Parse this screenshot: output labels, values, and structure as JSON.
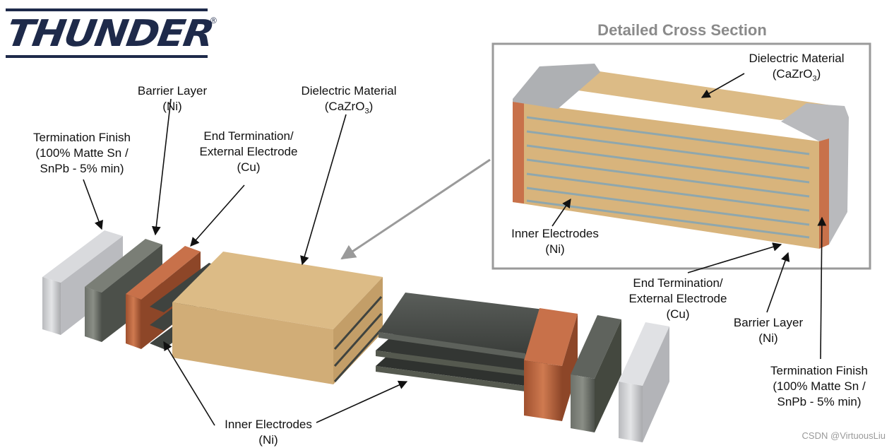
{
  "logo": {
    "text": "THUNDER",
    "reg": "®"
  },
  "inset_title": "Detailed Cross Section",
  "labels": {
    "termination_left": {
      "l1": "Termination Finish",
      "l2": "(100% Matte Sn /",
      "l3": "SnPb - 5% min)"
    },
    "barrier_left": {
      "l1": "Barrier Layer",
      "l2": "(Ni)"
    },
    "end_term_left": {
      "l1": "End Termination/",
      "l2": "External Electrode",
      "l3": "(Cu)"
    },
    "dielectric_left": {
      "l1": "Dielectric Material",
      "l2_main": "(CaZrO",
      "l2_sub": "3",
      "l2_end": ")"
    },
    "inner_bottom": {
      "l1": "Inner Electrodes",
      "l2": "(Ni)"
    },
    "dielectric_inset": {
      "l1": "Dielectric Material",
      "l2_main": "(CaZrO",
      "l2_sub": "3",
      "l2_end": ")"
    },
    "inner_inset": {
      "l1": "Inner Electrodes",
      "l2": "(Ni)"
    },
    "end_term_right": {
      "l1": "End Termination/",
      "l2": "External Electrode",
      "l3": "(Cu)"
    },
    "barrier_right": {
      "l1": "Barrier Layer",
      "l2": "(Ni)"
    },
    "termination_right": {
      "l1": "Termination Finish",
      "l2": "(100% Matte Sn /",
      "l3": "SnPb - 5% min)"
    }
  },
  "watermark": "CSDN @VirtuousLiu",
  "colors": {
    "logo_navy": "#1e2a4a",
    "dielectric": "#d2b07a",
    "dielectric_top": "#ddbd88",
    "copper": "#b8643e",
    "nickel": "#5a5e58",
    "tin": "#c8c9cc",
    "electrode": "#484c48",
    "inset_border": "#9a9a9a"
  }
}
